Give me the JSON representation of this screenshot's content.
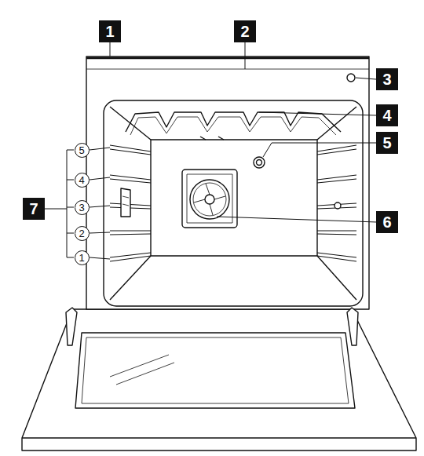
{
  "diagram": {
    "nodes": [
      {
        "text": [
          "1"
        ]
      },
      {
        "text": [
          "2"
        ]
      },
      {
        "text": [
          "3"
        ]
      },
      {
        "text": [
          "4"
        ]
      },
      {
        "text": [
          "5"
        ]
      },
      {
        "text": [
          "5"
        ]
      },
      {
        "text": [
          "4"
        ]
      },
      {
        "text": [
          "7"
        ]
      },
      {
        "text": [
          "3"
        ]
      },
      {
        "text": [
          "6"
        ]
      },
      {
        "text": [
          "2"
        ]
      },
      {
        "text": [
          "1"
        ]
      }
    ]
  }
}
